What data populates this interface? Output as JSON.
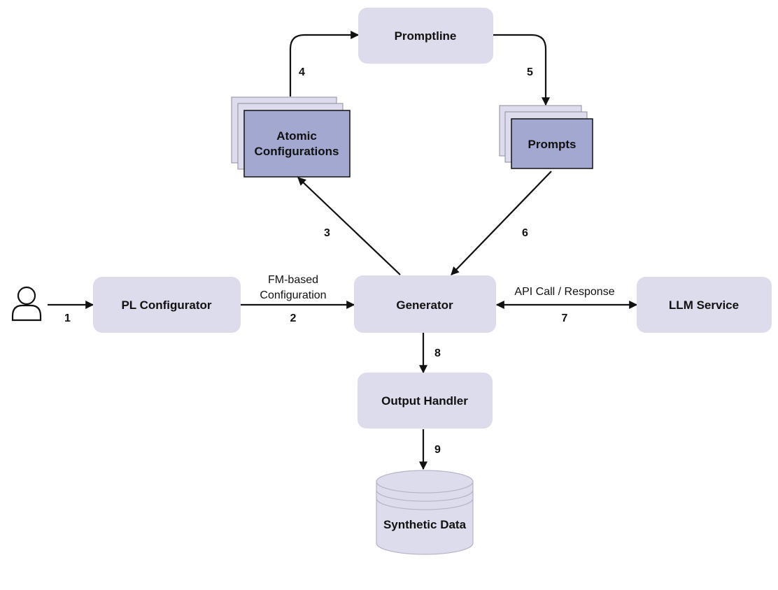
{
  "colors": {
    "box_fill": "#dcdcec",
    "doc_fill": "#a3a8d0",
    "doc_back_fill": "#dcdcec",
    "cylinder_fill": "#dcdcec",
    "line": "#111111"
  },
  "nodes": {
    "user": {
      "icon": "user-icon"
    },
    "pl_configurator": {
      "label": "PL Configurator"
    },
    "generator": {
      "label": "Generator"
    },
    "llm_service": {
      "label": "LLM Service"
    },
    "output_handler": {
      "label": "Output Handler"
    },
    "promptline": {
      "label": "Promptline"
    },
    "atomic_configurations": {
      "label_line1": "Atomic",
      "label_line2": "Configurations"
    },
    "prompts": {
      "label": "Prompts"
    },
    "synthetic_data": {
      "label": "Synthetic Data"
    }
  },
  "edges": {
    "e1": {
      "step": "1"
    },
    "e2": {
      "step": "2",
      "label_line1": "FM-based",
      "label_line2": "Configuration"
    },
    "e3": {
      "step": "3"
    },
    "e4": {
      "step": "4"
    },
    "e5": {
      "step": "5"
    },
    "e6": {
      "step": "6"
    },
    "e7": {
      "step": "7",
      "label": "API Call / Response"
    },
    "e8": {
      "step": "8"
    },
    "e9": {
      "step": "9"
    }
  }
}
